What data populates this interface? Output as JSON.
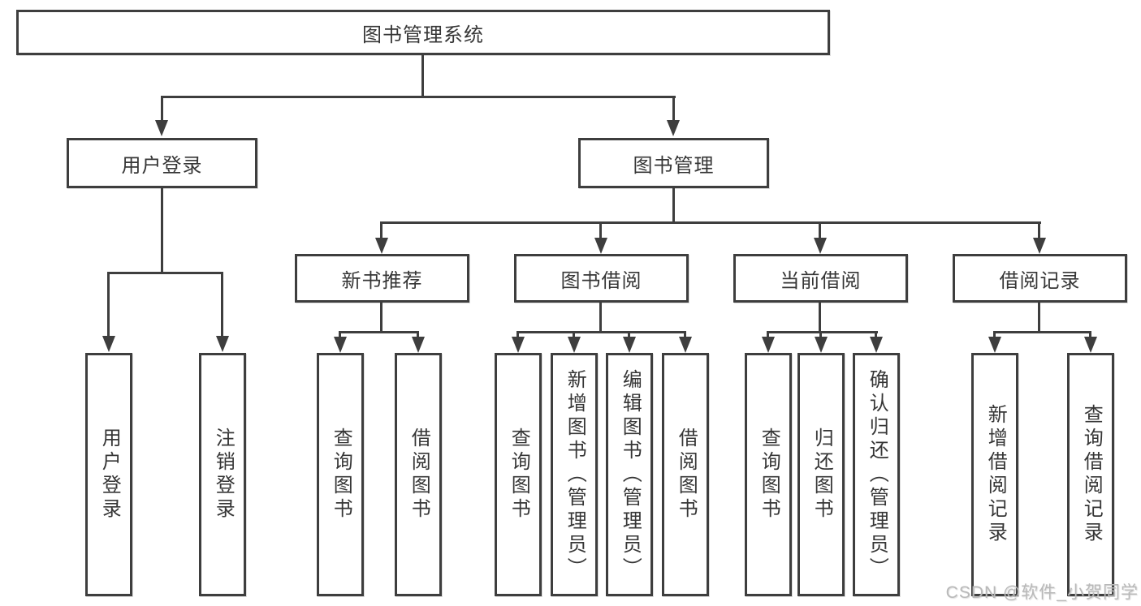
{
  "diagram_title": "图书管理系统",
  "colors": {
    "line": "#3e3e3e",
    "text": "#363636",
    "background": "#ffffff",
    "watermark": "#b9b9b9"
  },
  "tree": {
    "root": {
      "label": "图书管理系统"
    },
    "branches": [
      {
        "label": "用户登录",
        "children": [
          {
            "label": "用户登录"
          },
          {
            "label": "注销登录"
          }
        ]
      },
      {
        "label": "图书管理",
        "children": [
          {
            "label": "新书推荐",
            "children": [
              {
                "label": "查询图书"
              },
              {
                "label": "借阅图书"
              }
            ]
          },
          {
            "label": "图书借阅",
            "children": [
              {
                "label": "查询图书"
              },
              {
                "label": "新增图书（管理员）"
              },
              {
                "label": "编辑图书（管理员）"
              },
              {
                "label": "借阅图书"
              }
            ]
          },
          {
            "label": "当前借阅",
            "children": [
              {
                "label": "查询图书"
              },
              {
                "label": "归还图书"
              },
              {
                "label": "确认归还（管理员）"
              }
            ]
          },
          {
            "label": "借阅记录",
            "children": [
              {
                "label": "新增借阅记录"
              },
              {
                "label": "查询借阅记录"
              }
            ]
          }
        ]
      }
    ]
  },
  "watermark": "CSDN @软件_小贺同学"
}
